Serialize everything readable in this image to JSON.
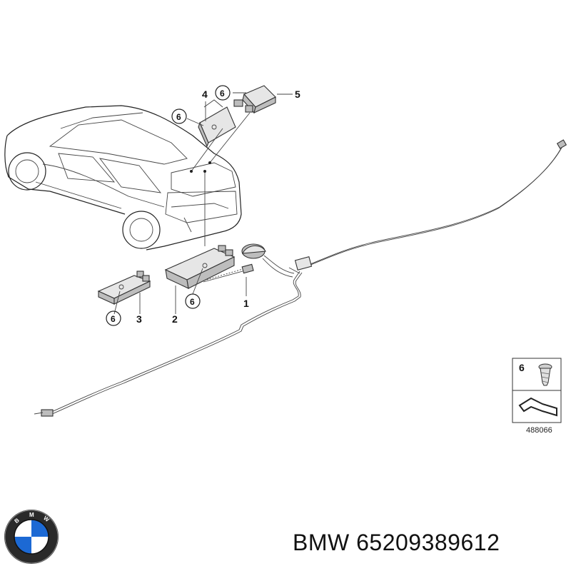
{
  "callouts": {
    "c1": "1",
    "c2": "2",
    "c3": "3",
    "c4": "4",
    "c5": "5",
    "c6a": "6",
    "c6b": "6",
    "c6c": "6",
    "c6d": "6"
  },
  "legend": {
    "screw_number": "6",
    "reference": "488066"
  },
  "footer": {
    "brand": "BMW",
    "part_number": "65209389612"
  },
  "logo": {
    "name": "bmw-roundel-logo",
    "letters": "BMW",
    "colors": {
      "blue": "#1c69d4",
      "white": "#ffffff",
      "ring": "#111111"
    }
  }
}
